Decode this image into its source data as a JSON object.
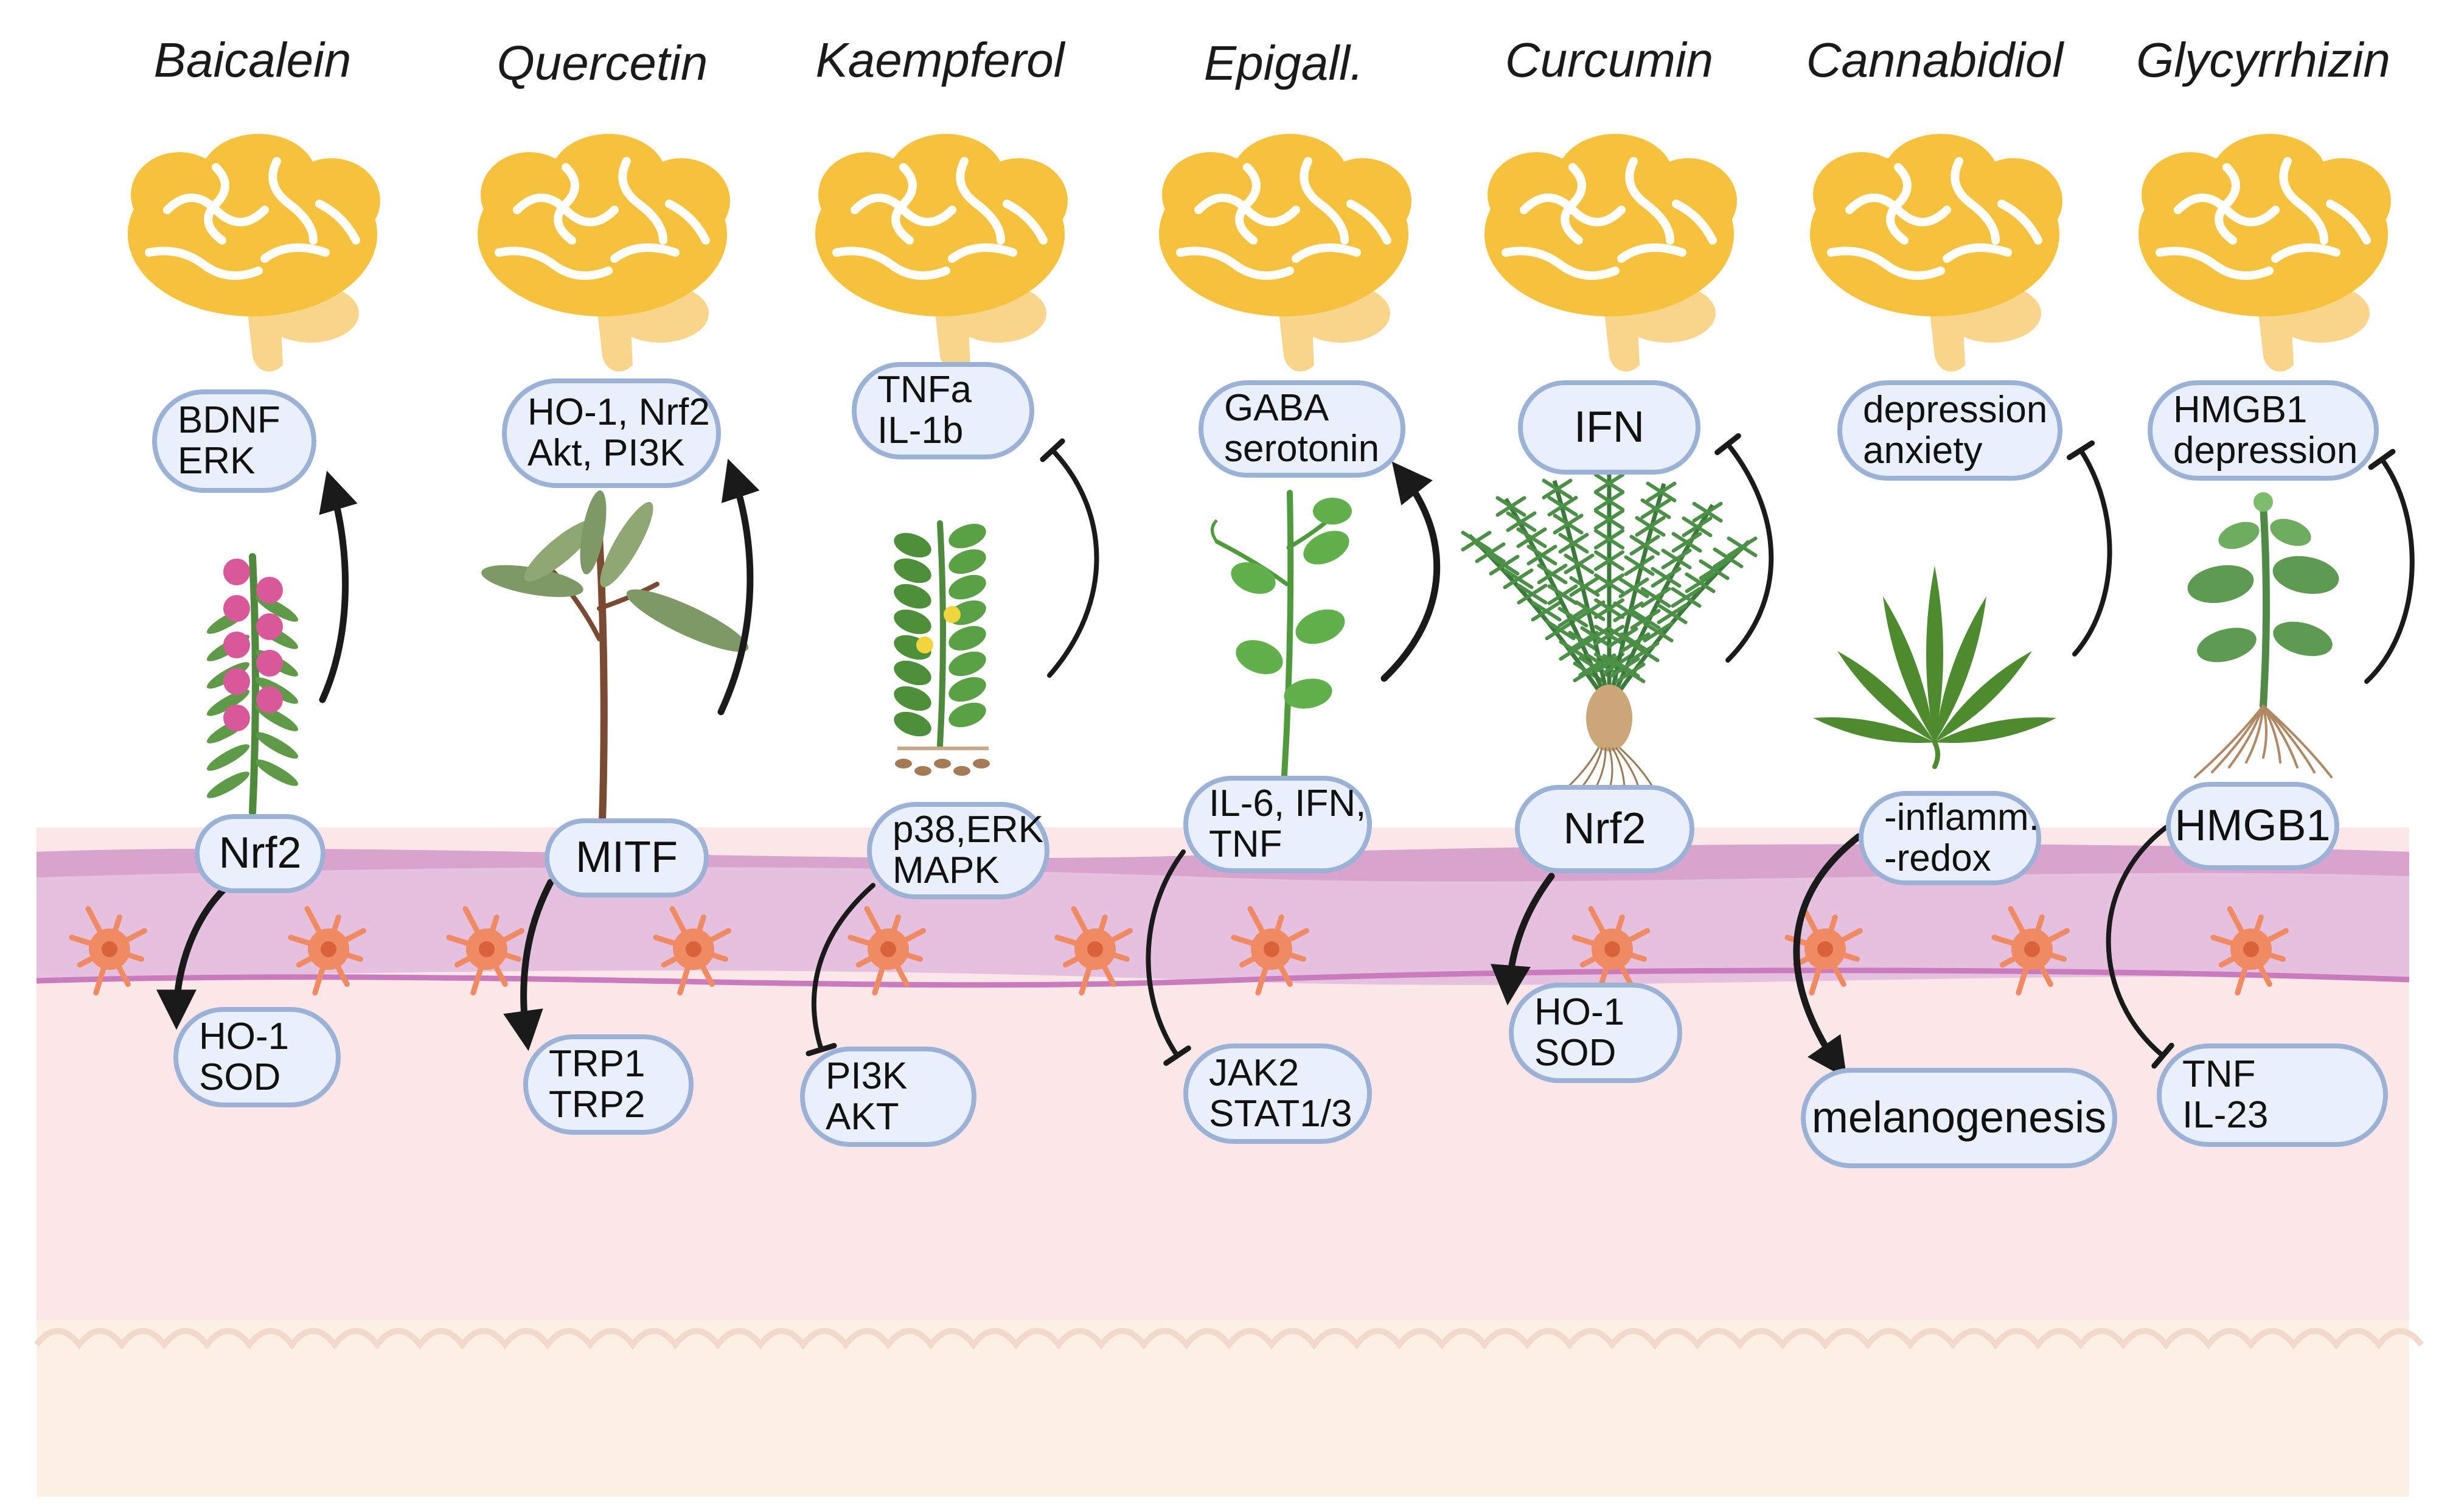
{
  "columns": [
    {
      "compound": "Baicalein",
      "top_label": [
        "BDNF",
        "ERK"
      ],
      "mid_label": "Nrf2",
      "bottom_label": [
        "HO-1",
        "SOD"
      ],
      "top_effect": "activate",
      "bottom_effect": "activate"
    },
    {
      "compound": "Quercetin",
      "top_label": [
        "HO-1, Nrf2",
        "Akt, PI3K"
      ],
      "mid_label": "MITF",
      "bottom_label": [
        "TRP1",
        "TRP2"
      ],
      "top_effect": "activate",
      "bottom_effect": "activate"
    },
    {
      "compound": "Kaempferol",
      "top_label": [
        "TNFa",
        "IL-1b"
      ],
      "mid_label": [
        "p38,ERK",
        "MAPK"
      ],
      "bottom_label": [
        "PI3K",
        "AKT"
      ],
      "top_effect": "inhibit",
      "bottom_effect": "inhibit"
    },
    {
      "compound": "Epigall.",
      "top_label": [
        "GABA",
        "serotonin"
      ],
      "mid_label": [
        "IL-6, IFN,",
        "TNF"
      ],
      "bottom_label": [
        "JAK2",
        "STAT1/3"
      ],
      "top_effect": "activate",
      "bottom_effect": "inhibit"
    },
    {
      "compound": "Curcumin",
      "top_label": "IFN",
      "mid_label": "Nrf2",
      "bottom_label": [
        "HO-1",
        "SOD"
      ],
      "top_effect": "inhibit",
      "bottom_effect": "activate"
    },
    {
      "compound": "Cannabidiol",
      "top_label": [
        "depression",
        "anxiety"
      ],
      "mid_label": [
        "-inflamm.",
        "-redox"
      ],
      "bottom_label": "melanogenesis",
      "top_effect": "inhibit",
      "bottom_effect": "activate"
    },
    {
      "compound": "Glycyrrhizin",
      "top_label": [
        "HMGB1",
        "depression"
      ],
      "mid_label": "HMGB1",
      "bottom_label": [
        "TNF",
        "IL-23"
      ],
      "top_effect": "inhibit",
      "bottom_effect": "inhibit"
    }
  ],
  "colors": {
    "brain": "#f6c23e",
    "brain_stem": "#f9d58c",
    "brain_line": "#ffffff",
    "box_fill": "#e9f0fb",
    "box_border": "#9cb1d6",
    "skin_epidermis": "#e6c1df",
    "skin_dermis": "#fbe7e8",
    "skin_hypodermis": "#fcefe4",
    "melanocyte": "#f08a62",
    "arrow": "#1a1a1a"
  }
}
